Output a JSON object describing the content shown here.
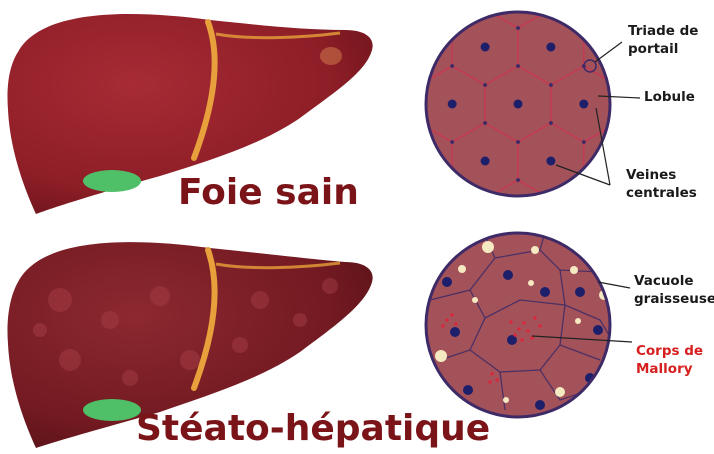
{
  "colors": {
    "caption": "#7b1418",
    "liver_healthy": "#8f1e27",
    "liver_fatty": "#7c1a22",
    "ligament": "#e7a03b",
    "gallbladder": "#4fbf68",
    "lobule_fill": "#a4525a",
    "lobule_border": "#3d2a66",
    "cell_edge": "#c43a55",
    "vein": "#1d1f6b",
    "fat_vacuole": "#f5e9c2",
    "mallory": "#d8283b",
    "label_red": "#d81f1f"
  },
  "top": {
    "caption": "Foie sain",
    "labels": {
      "triade": [
        "Triade de",
        "portail"
      ],
      "lobule": "Lobule",
      "veines": [
        "Veines",
        "centrales"
      ]
    }
  },
  "bottom": {
    "caption": "Stéato-hépatique",
    "labels": {
      "vacuole": [
        "Vacuole",
        "graisseuse"
      ],
      "mallory": [
        "Corps de",
        "Mallory"
      ]
    }
  }
}
